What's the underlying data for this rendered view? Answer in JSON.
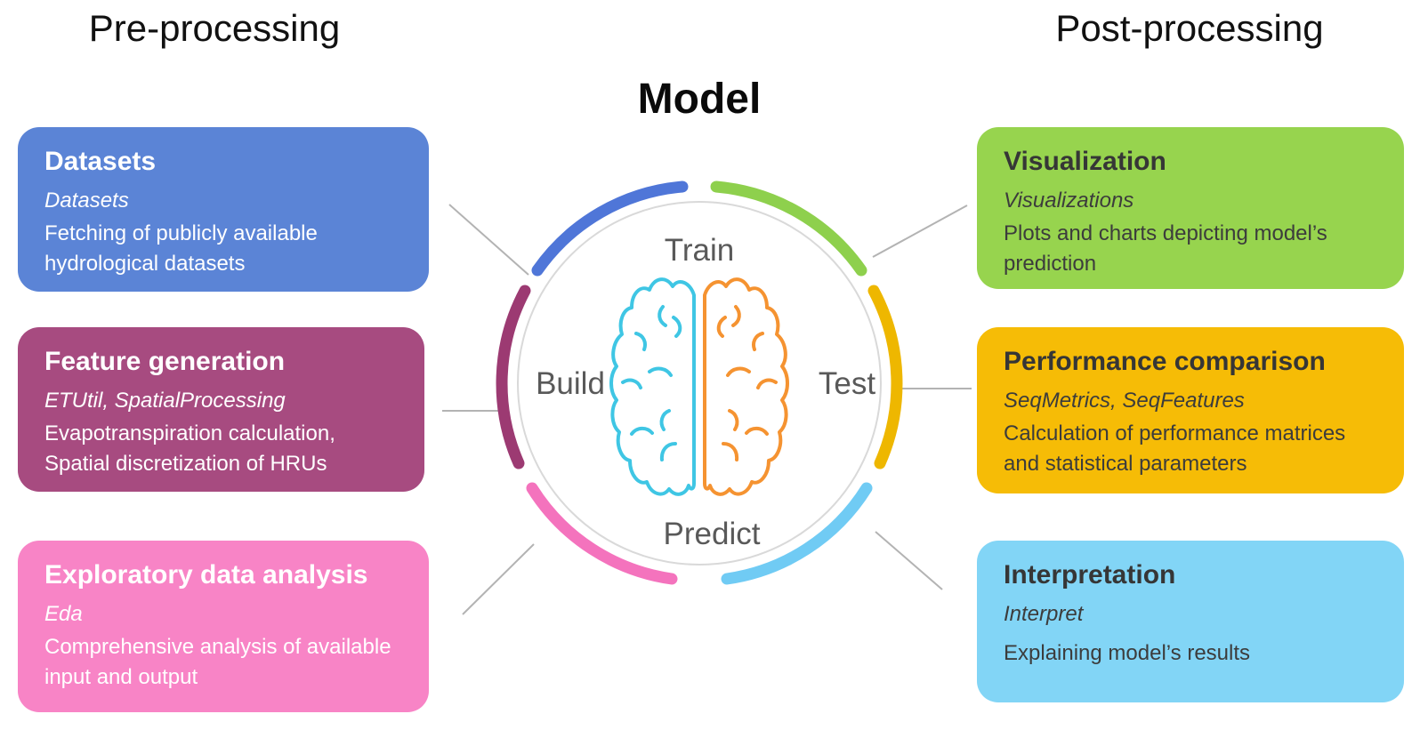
{
  "headers": {
    "pre": "Pre-processing",
    "post": "Post-processing"
  },
  "model": {
    "title": "Model",
    "labels": {
      "train": "Train",
      "test": "Test",
      "predict": "Predict",
      "build": "Build"
    },
    "arc_colors": {
      "blue": "#4f76d8",
      "green": "#8ed04d",
      "yellow": "#eeb700",
      "sky": "#70cbf4",
      "pink": "#f473bd",
      "purple": "#9c3a72"
    },
    "brain_colors": {
      "left": "#3fc6e4",
      "right": "#f59331"
    }
  },
  "pre_boxes": [
    {
      "title": "Datasets",
      "subtitle": "Datasets",
      "description": "Fetching of publicly available\nhydrological datasets",
      "color": "#5b84d6"
    },
    {
      "title": "Feature generation",
      "subtitle": "ETUtil, SpatialProcessing",
      "description": "Evapotranspiration calculation,\nSpatial discretization of HRUs",
      "color": "#a74b80"
    },
    {
      "title": "Exploratory data analysis",
      "subtitle": "Eda",
      "description": "Comprehensive analysis of available\ninput and output",
      "color": "#f884c6"
    }
  ],
  "post_boxes": [
    {
      "title": "Visualization",
      "subtitle": "Visualizations",
      "description": "Plots and charts depicting model’s\nprediction",
      "color": "#97d44e"
    },
    {
      "title": "Performance comparison",
      "subtitle": "SeqMetrics, SeqFeatures",
      "description": "Calculation of performance matrices\nand statistical parameters",
      "color": "#f6bc06"
    },
    {
      "title": "Interpretation",
      "subtitle": "Interpret",
      "description": "Explaining model’s results",
      "color": "#82d5f6"
    }
  ]
}
